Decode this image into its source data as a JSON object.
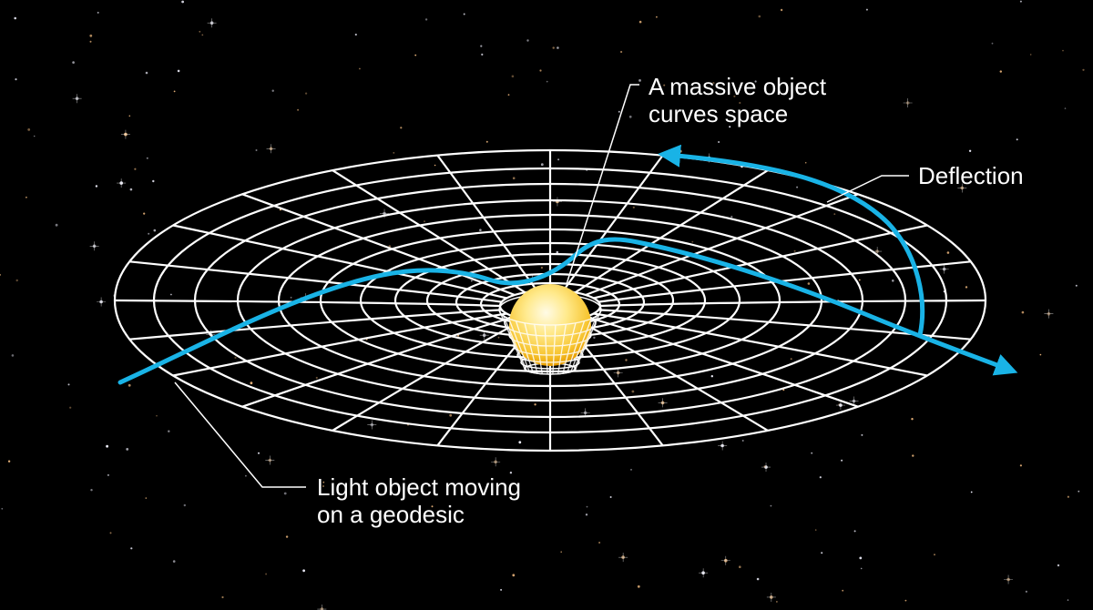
{
  "labels": {
    "massive_line1": "A massive object",
    "massive_line2": "curves space",
    "deflection": "Deflection",
    "light_line1": "Light object moving",
    "light_line2": "on a geodesic"
  },
  "colors": {
    "background": "#000000",
    "grid": "#ffffff",
    "path": "#19b3e6",
    "sphere_core": "#fff6c8",
    "sphere_edge": "#f0a800",
    "leader": "#ffffff"
  }
}
